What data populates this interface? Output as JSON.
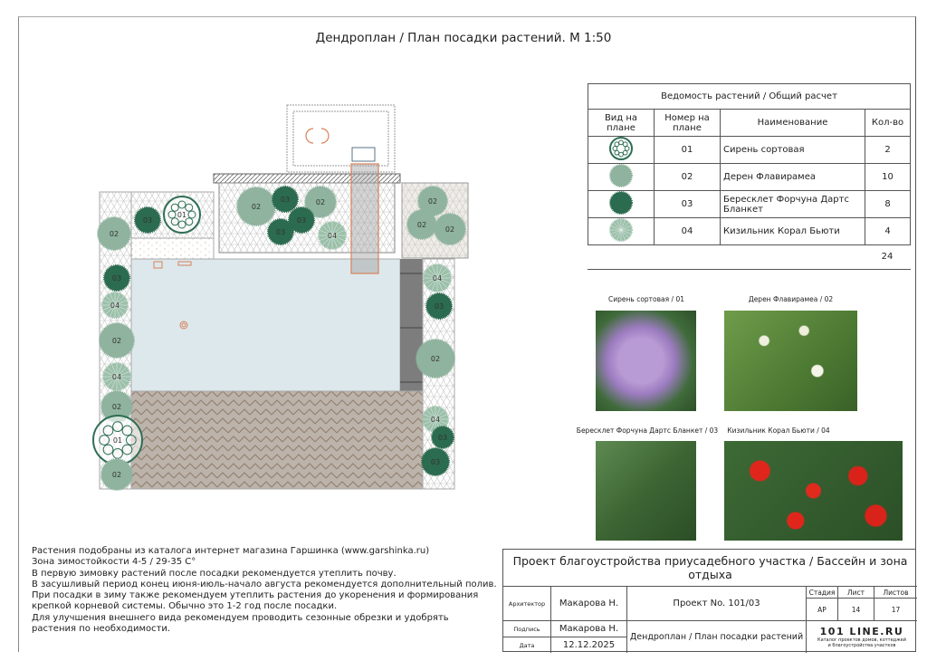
{
  "title": "Дендроплан / План посадки растений. М 1:50",
  "schedule": {
    "header": "Ведомость растений  / Общий расчет",
    "columns": [
      "Вид на плане",
      "Номер на плане",
      "Наименование",
      "Кол-во"
    ],
    "rows": [
      {
        "symbol": "plant-01-symbol",
        "num": "01",
        "name": "Сирень сортовая",
        "qty": "2"
      },
      {
        "symbol": "plant-02-symbol",
        "num": "02",
        "name": "Дерен Флавирамеа",
        "qty": "10"
      },
      {
        "symbol": "plant-03-symbol",
        "num": "03",
        "name": "Бересклет Форчуна Дартс Бланкет",
        "qty": "8"
      },
      {
        "symbol": "plant-04-symbol",
        "num": "04",
        "name": "Кизильник Корал Бьюти",
        "qty": "4"
      }
    ],
    "total": "24"
  },
  "photos": [
    {
      "caption": "Сирень сортовая / 01"
    },
    {
      "caption": "Дерен Флавирамеа / 02"
    },
    {
      "caption": "Бересклет Форчуна Дартс Бланкет / 03"
    },
    {
      "caption": "Кизильник Корал Бьюти / 04"
    }
  ],
  "plan": {
    "markers": [
      "03",
      "01",
      "02",
      "02",
      "03",
      "02",
      "03",
      "03",
      "04",
      "02",
      "02",
      "02",
      "03",
      "04",
      "02",
      "04",
      "04",
      "03",
      "02",
      "02",
      "01",
      "02",
      "04",
      "03",
      "03"
    ]
  },
  "notes": "Растения подобраны из каталога интернет магазина Гаршинка (www.garshinka.ru)\nЗона зимостойкости 4-5 / 29-35 С°\nВ первую зимовку растений после посадки рекомендуется утеплить почву.\nВ засушливый период конец июня-июль-начало августа рекомендуется дополнительный полив.\nПри посадки в зиму также рекомендуем утеплить растения до укоренения и формирования\nкрепкой корневой системы. Обычно это 1-2 год после посадки.\nДля улучшения внешнего вида рекомендуем проводить сезонные обрезки и удобрять\nрастения по необходимости.",
  "titleblock": {
    "project_title": "Проект благоустройства приусадебного участка / Бассейн и зона отдыха",
    "architect_label": "Архитектор",
    "architect": "Макарова Н.",
    "signature_label": "Подпись",
    "signature": "Макарова Н.",
    "date_label": "Дата",
    "date": "12.12.2025",
    "project_no": "Проект  No. 101/03",
    "sheet_title": "Дендроплан / План посадки растений",
    "stage_label": "Стадия",
    "sheet_label": "Лист",
    "sheets_label": "Листов",
    "stage": "АР",
    "sheet": "14",
    "sheets": "17",
    "logo": "101 LINE.RU",
    "logo_sub": "Каталог проектов домов, коттеджей и благоустройства участков"
  },
  "colors": {
    "p01": "#2f6e55",
    "p02": "#8fb39e",
    "p03": "#2b6b4f",
    "p04": "#9cc0aa",
    "pool": "#dde8ec",
    "deck": "#b9aea3",
    "accent": "#d8825a"
  }
}
